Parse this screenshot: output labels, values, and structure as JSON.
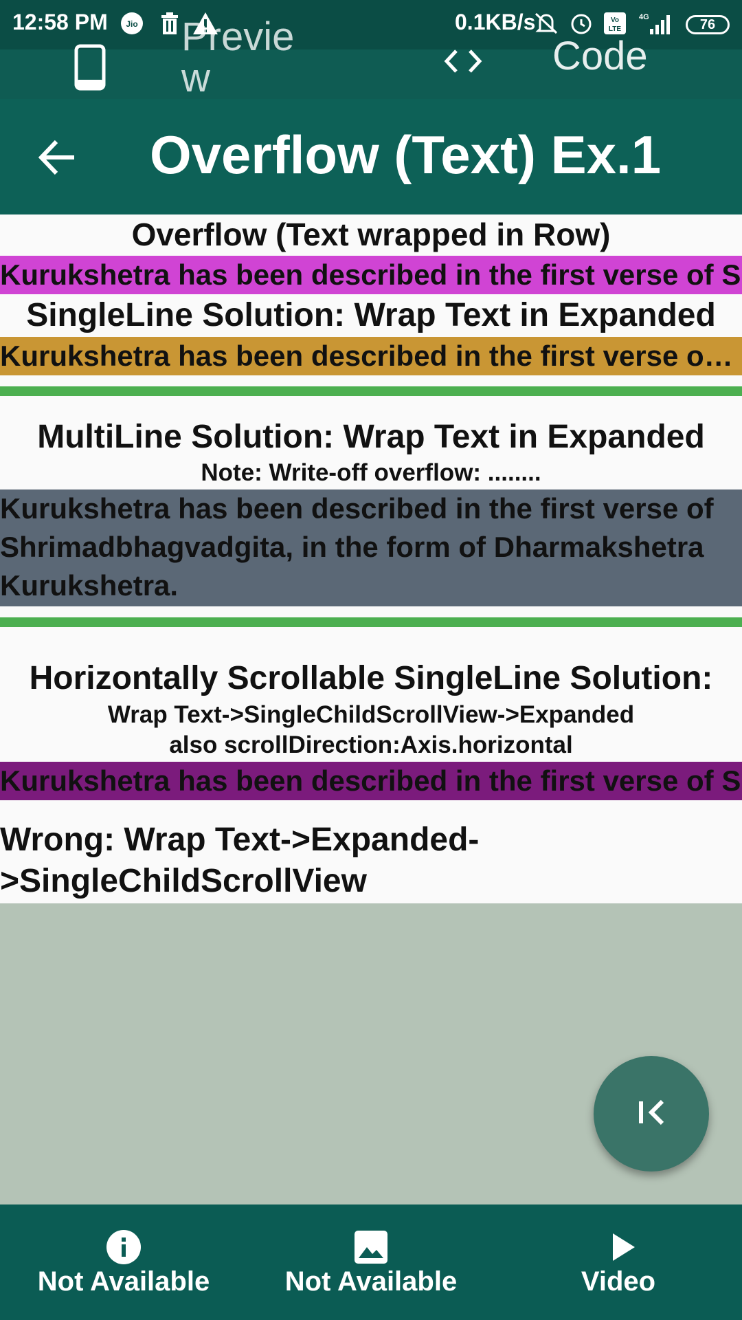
{
  "status_bar": {
    "time": "12:58 PM",
    "carrier_badge": "Jio",
    "net_speed": "0.1KB/s",
    "network": "4G",
    "volte": "Vo LTE",
    "battery": "76",
    "icons": [
      "jio-icon",
      "delete-icon",
      "warning-icon",
      "mute-icon",
      "alarm-icon",
      "volte-icon",
      "signal-icon",
      "battery-icon"
    ]
  },
  "tabs": {
    "preview_label": "Previe w",
    "code_label": "Code",
    "preview_icon": "phone-icon",
    "code_icon": "code-brackets-icon"
  },
  "appbar": {
    "title": "Overflow (Text) Ex.1",
    "back_icon": "arrow-back-icon"
  },
  "sections": {
    "row_heading": "Overflow (Text wrapped in Row)",
    "row_text": "Kurukshetra has been described in the first verse of Shrimadbhagvadgita, in the form of Dharmakshetra Kurukshetra.",
    "single_heading": "SingleLine Solution: Wrap Text in Expanded",
    "single_text": "Kurukshetra has been described in the first verse of Shrimadbhagvadgita, in the form of Dharmakshetra Kurukshetra.",
    "multi_heading": "MultiLine Solution: Wrap Text in Expanded",
    "multi_note": "Note: Write-off overflow: ........",
    "multi_text": "Kurukshetra has been described in the first verse of Shrimadbhagvadgita, in the form of Dharmakshetra Kurukshetra.",
    "scroll_heading": "Horizontally Scrollable SingleLine Solution:",
    "scroll_sub1": "Wrap Text->SingleChildScrollView->Expanded",
    "scroll_sub2": "also scrollDirection:Axis.horizontal",
    "scroll_text": "Kurukshetra has been described in the first verse of Shrimadbhagvadgita, in the form of Dharmakshetra Kurukshetra.",
    "wrong_line1": "Wrong: Wrap Text->Expanded-",
    "wrong_line2": ">SingleChildScrollView"
  },
  "colors": {
    "row_band": "#d044d4",
    "single_band": "#c99634",
    "multi_band": "#5b6876",
    "scroll_band": "#7b1b7c",
    "divider": "#4caf50",
    "gray_area": "#b4c3b6",
    "fab": "#3a7468"
  },
  "fab": {
    "icon": "first-page-icon"
  },
  "bottom_nav": [
    {
      "label": "Not Available",
      "icon": "info-icon"
    },
    {
      "label": "Not Available",
      "icon": "image-icon"
    },
    {
      "label": "Video",
      "icon": "play-icon"
    }
  ]
}
